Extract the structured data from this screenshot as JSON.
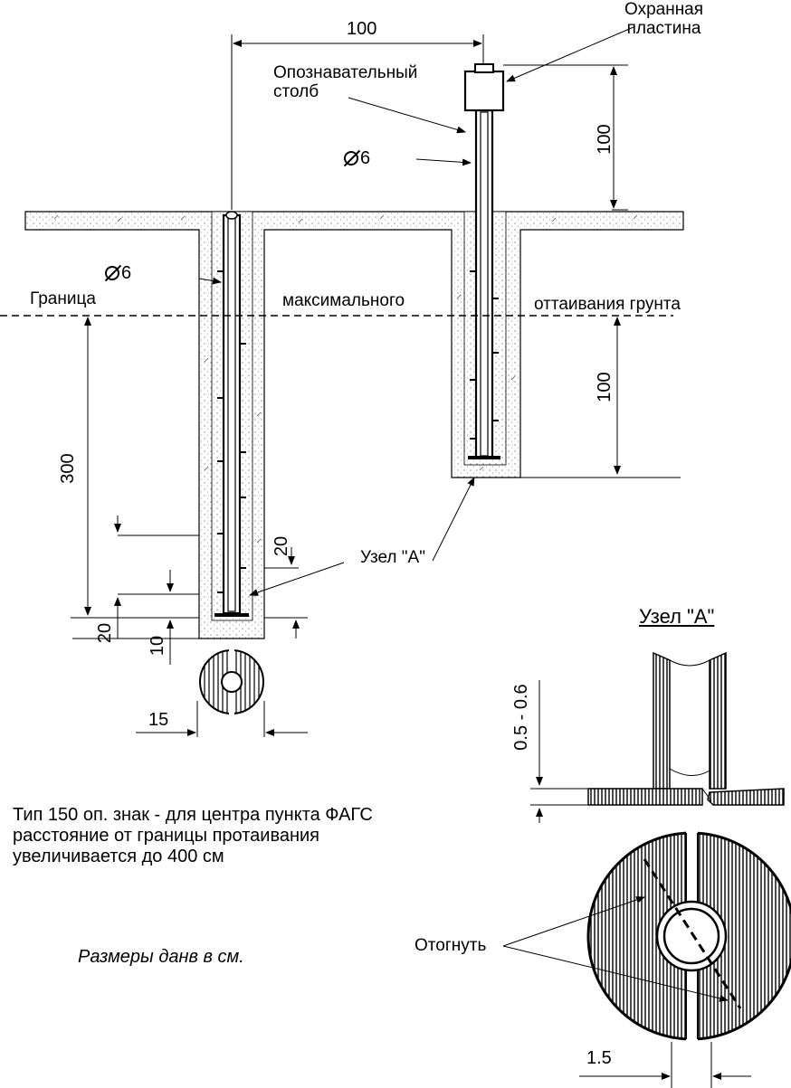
{
  "labels": {
    "protective_plate": "Охранная\nпластина",
    "identification_post": "Опознавательный\nстолб",
    "diameter_upper": "6",
    "diameter_lower": "6",
    "boundary": "Граница",
    "maximum": "максимального",
    "thaw_ground": "оттаивания грунта",
    "node_a_ref": "Узел \"А\"",
    "node_a_title": "Узел \"А\"",
    "bend": "Отогнуть"
  },
  "dimensions": {
    "top_span": "100",
    "right_upper": "100",
    "right_lower": "100",
    "depth": "300",
    "anchor_gap": "20",
    "bottom_20": "20",
    "bottom_10": "10",
    "width_15": "15",
    "plate_thickness": "0.5 - 0.6",
    "slot_width": "1.5"
  },
  "notes": {
    "type_note": "Тип 150 оп. знак - для центра пункта ФАГС\nрасстояние от границы протаивания\nувеличивается до 400 см",
    "units_note": "Размеры данв в см."
  }
}
